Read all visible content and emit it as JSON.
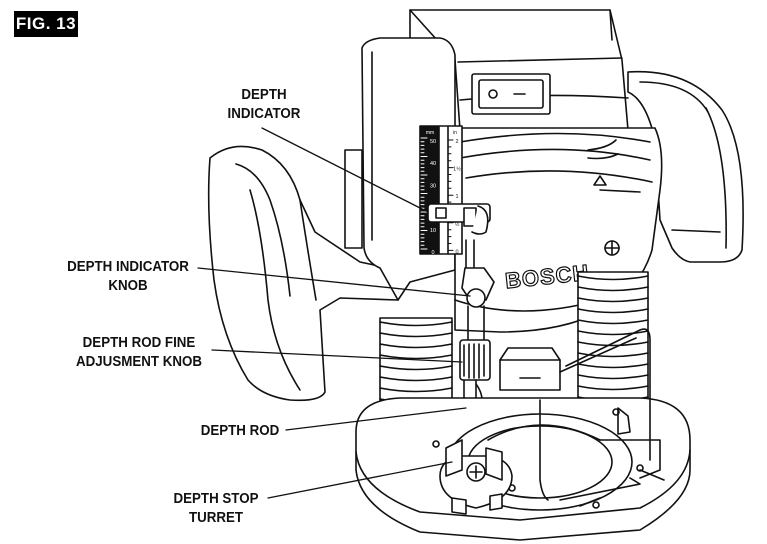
{
  "figure": {
    "label": "FIG. 13"
  },
  "brand": {
    "name": "BOSCH"
  },
  "callouts": {
    "depth_indicator": {
      "line1": "DEPTH",
      "line2": "INDICATOR"
    },
    "depth_indicator_knob": {
      "line1": "DEPTH INDICATOR",
      "line2": "KNOB"
    },
    "fine_adjust_knob": {
      "line1": "DEPTH ROD FINE",
      "line2": "ADJUSMENT KNOB"
    },
    "depth_rod": {
      "line1": "DEPTH ROD"
    },
    "depth_stop_turret": {
      "line1": "DEPTH STOP",
      "line2": "TURRET"
    }
  },
  "scale": {
    "metric_unit": "mm",
    "metric_ticks": [
      "50",
      "40",
      "30",
      "20",
      "10",
      "0"
    ],
    "imperial_unit": "in",
    "imperial_ticks": [
      "2",
      "1½",
      "1",
      "½",
      "0"
    ]
  }
}
